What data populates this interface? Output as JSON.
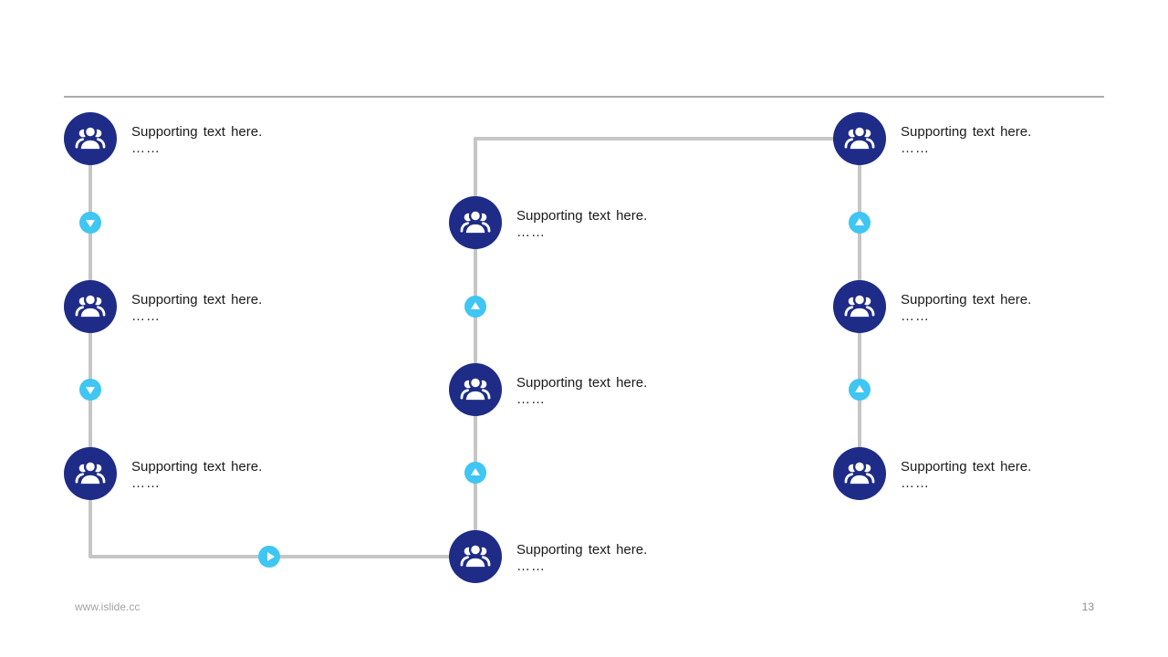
{
  "slide": {
    "footer_url": "www.islide.cc",
    "page_number": "13"
  },
  "nodes": [
    {
      "id": "left-top",
      "line1": "Supporting text here.",
      "line2": "……"
    },
    {
      "id": "left-middle",
      "line1": "Supporting text here.",
      "line2": "……"
    },
    {
      "id": "left-bottom",
      "line1": "Supporting text here.",
      "line2": "……"
    },
    {
      "id": "center-top",
      "line1": "Supporting text here.",
      "line2": "……"
    },
    {
      "id": "center-middle",
      "line1": "Supporting text here.",
      "line2": "……"
    },
    {
      "id": "center-bottom",
      "line1": "Supporting text here.",
      "line2": "……"
    },
    {
      "id": "right-top",
      "line1": "Supporting text here.",
      "line2": "……"
    },
    {
      "id": "right-middle",
      "line1": "Supporting text here.",
      "line2": "……"
    },
    {
      "id": "right-bottom",
      "line1": "Supporting text here.",
      "line2": "……"
    }
  ],
  "arrows": [
    {
      "between": "left-top / left-middle",
      "direction": "down"
    },
    {
      "between": "left-middle / left-bottom",
      "direction": "down"
    },
    {
      "between": "left-bottom / center-bottom",
      "direction": "right"
    },
    {
      "between": "center-bottom / center-middle",
      "direction": "up"
    },
    {
      "between": "center-middle / center-top",
      "direction": "up"
    },
    {
      "between": "right-top / right-middle",
      "direction": "up"
    },
    {
      "between": "right-middle / right-bottom",
      "direction": "up"
    }
  ],
  "colors": {
    "node_fill": "#1F2C87",
    "arrow_fill": "#3FC6F3",
    "connector_line": "#C6C6C6",
    "divider_line": "#ABABAB",
    "body_text": "#1A1A1A",
    "footer_text": "#A3A3A3"
  }
}
